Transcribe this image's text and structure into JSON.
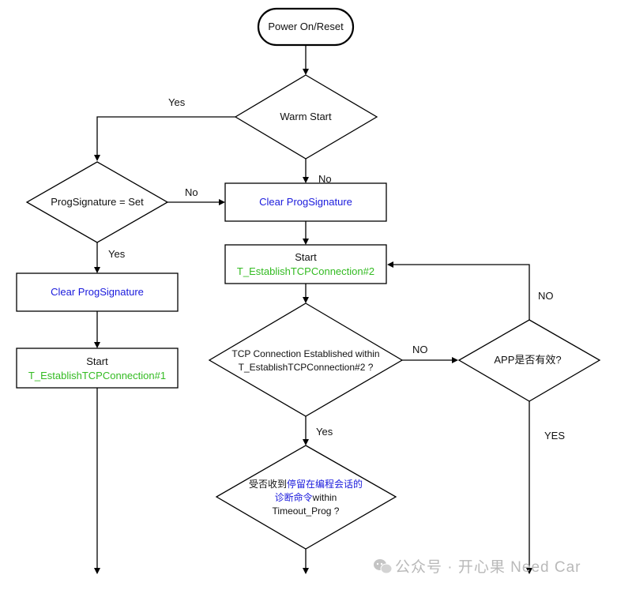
{
  "nodes": {
    "power_on": "Power On/Reset",
    "warm_start": "Warm Start",
    "prog_signature_set": "ProgSignature = Set",
    "clear_prog_signature_left": "Clear ProgSignature",
    "clear_prog_signature_right": "Clear ProgSignature",
    "start_left": {
      "line1": "Start",
      "line2": "T_EstablishTCPConnection#1"
    },
    "start_right": {
      "line1": "Start",
      "line2": "T_EstablishTCPConnection#2"
    },
    "tcp_check": {
      "line1": "TCP Connection Established within",
      "line2": "T_EstablishTCPConnection#2 ?"
    },
    "app_valid": "APP是否有效?",
    "received_cmd": {
      "line1_black": "受否收到",
      "line1_blue": "停留在编程会话的",
      "line2_blue": "诊断命令",
      "line2_black": "within",
      "line3": "Timeout_Prog ?"
    }
  },
  "edge_labels": {
    "warm_yes": "Yes",
    "warm_no": "No",
    "prog_no": "No",
    "prog_yes": "Yes",
    "tcp_no": "NO",
    "tcp_yes": "Yes",
    "app_no": "NO",
    "app_yes": "YES"
  },
  "watermark": {
    "icon": "wechat-icon",
    "text": "公众号 · 开心果 Need Car"
  },
  "colors": {
    "blue_text": "#1a1adc",
    "green_text": "#33bb22",
    "line": "#000000"
  }
}
